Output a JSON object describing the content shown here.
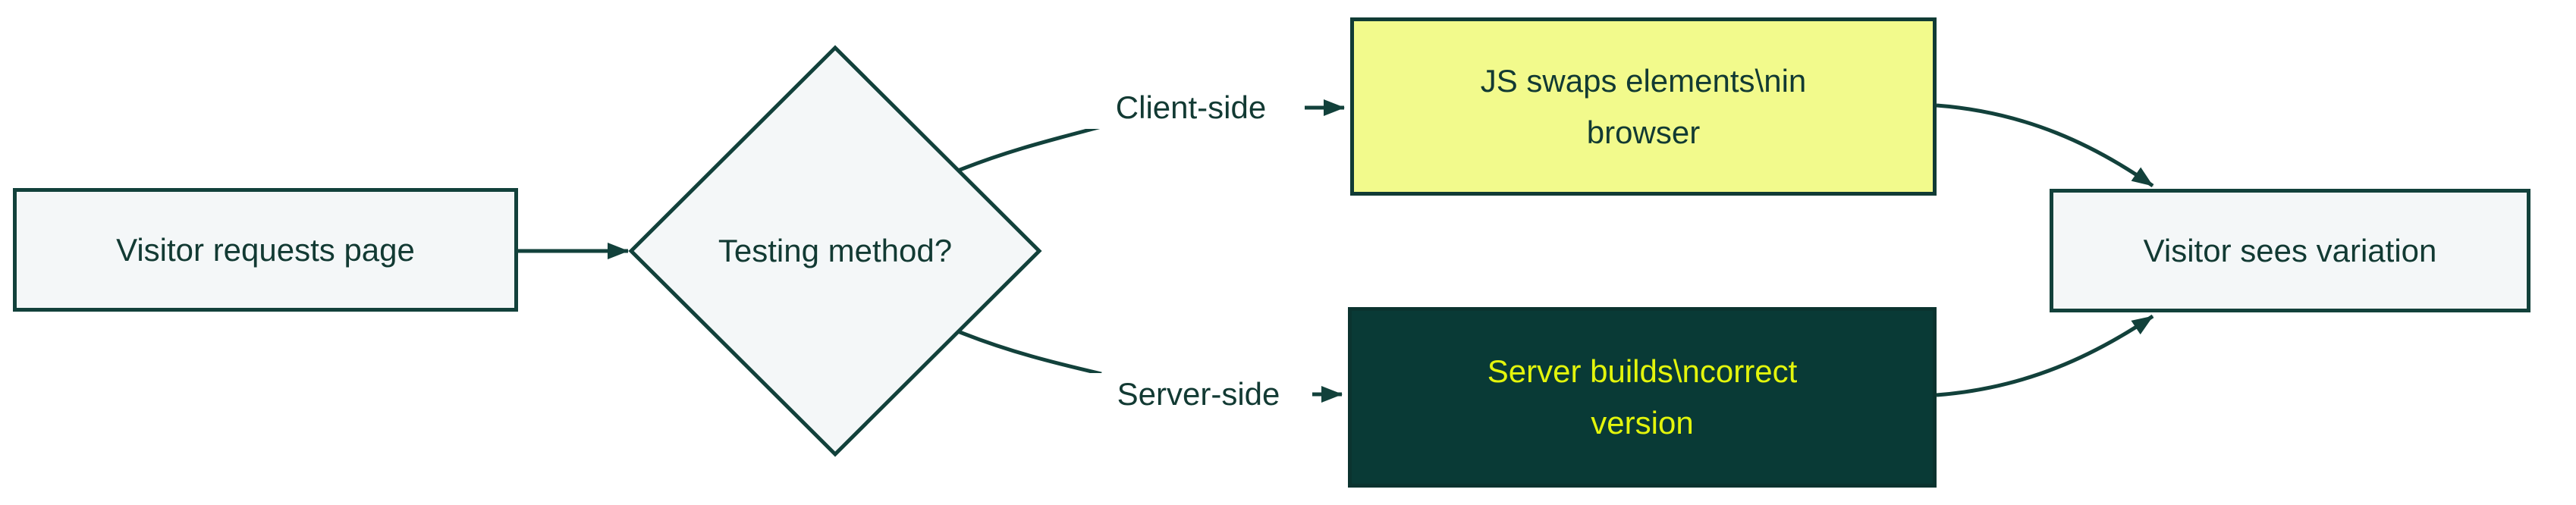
{
  "diagram": {
    "type": "flowchart",
    "direction": "left-to-right",
    "colors": {
      "background": "#ffffff",
      "stroke": "#12413b",
      "text_dark": "#123a33",
      "node_fill_light": "#f4f7f8",
      "node_fill_yellow": "#f2fa8c",
      "node_fill_dark_teal": "#093a36",
      "text_yellow": "#e3f50c"
    },
    "nodes": {
      "visitor_requests": {
        "shape": "rectangle",
        "label": "Visitor requests page"
      },
      "testing_method": {
        "shape": "diamond",
        "label": "Testing method?"
      },
      "js_swaps": {
        "shape": "rectangle",
        "lines": [
          "JS swaps elements\\nin",
          "browser"
        ],
        "full_label": "JS swaps elements\\nin browser"
      },
      "server_builds": {
        "shape": "rectangle",
        "lines": [
          "Server builds\\ncorrect",
          "version"
        ],
        "full_label": "Server builds\\ncorrect version"
      },
      "visitor_sees": {
        "shape": "rectangle",
        "label": "Visitor sees variation"
      }
    },
    "edges": [
      {
        "from": "visitor_requests",
        "to": "testing_method",
        "label": ""
      },
      {
        "from": "testing_method",
        "to": "js_swaps",
        "label": "Client-side"
      },
      {
        "from": "testing_method",
        "to": "server_builds",
        "label": "Server-side"
      },
      {
        "from": "js_swaps",
        "to": "visitor_sees",
        "label": ""
      },
      {
        "from": "server_builds",
        "to": "visitor_sees",
        "label": ""
      }
    ],
    "edge_labels": {
      "client": "Client-side",
      "server": "Server-side"
    }
  }
}
